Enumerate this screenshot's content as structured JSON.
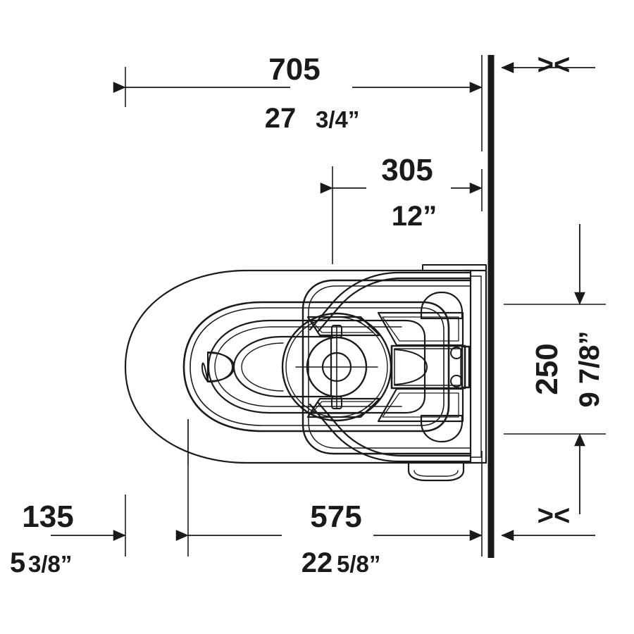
{
  "drawing": {
    "type": "technical-dimension-drawing",
    "subject": "wall-mounted toilet / shower-toilet top view",
    "view": "top view (plan)",
    "units": {
      "primary": "mm",
      "secondary": "inch"
    },
    "background_color": "#ffffff",
    "line_color": "#1a1a1a",
    "text_color": "#1a1a1a"
  },
  "dimensions": {
    "overall_depth": {
      "name": "overall-depth",
      "metric": "705",
      "imperial": "27 3/4\"",
      "orientation": "horizontal",
      "position": "top"
    },
    "seat_offset": {
      "name": "seat-offset",
      "metric": "305",
      "imperial": "12\"",
      "orientation": "horizontal",
      "position": "upper-middle"
    },
    "width": {
      "name": "overall-width",
      "metric": "250",
      "imperial": "9 7/8\"",
      "orientation": "vertical",
      "position": "right"
    },
    "left_offset": {
      "name": "left-offset",
      "metric": "135",
      "imperial": "5 3/8\"",
      "orientation": "horizontal",
      "position": "bottom-left"
    },
    "body_depth": {
      "name": "body-depth",
      "metric": "575",
      "imperial": "22 5/8\"",
      "orientation": "horizontal",
      "position": "bottom"
    }
  },
  "markers": {
    "compressed_top": "><",
    "compressed_bottom": "><"
  },
  "labels": {
    "d705": "705",
    "d705_in": "27",
    "d705_frac": "3/4”",
    "d305": "305",
    "d305_in": "12”",
    "d250": "250",
    "d250_in": "9 7/8”",
    "d135": "135",
    "d135_in": "5",
    "d135_frac": "3/8”",
    "d575": "575",
    "d575_in": "22",
    "d575_frac": "5/8”",
    "xmark_top": "><",
    "xmark_bottom": "><"
  }
}
